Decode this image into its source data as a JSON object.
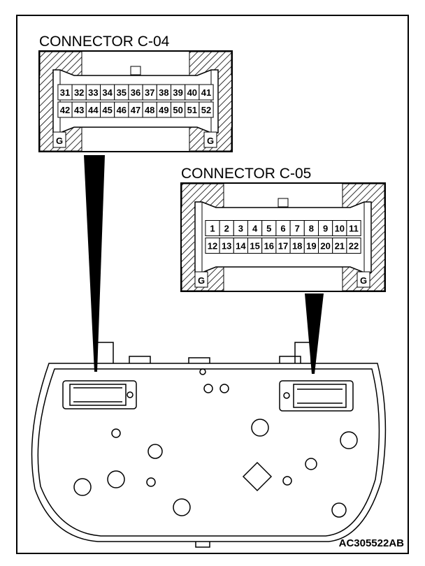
{
  "connectors": [
    {
      "title": "CONNECTOR C-04",
      "row1": [
        "31",
        "32",
        "33",
        "34",
        "35",
        "36",
        "37",
        "38",
        "39",
        "40",
        "41"
      ],
      "row2": [
        "42",
        "43",
        "44",
        "45",
        "46",
        "47",
        "48",
        "49",
        "50",
        "51",
        "52"
      ],
      "ground": [
        "G",
        "G"
      ]
    },
    {
      "title": "CONNECTOR C-05",
      "row1": [
        "1",
        "2",
        "3",
        "4",
        "5",
        "6",
        "7",
        "8",
        "9",
        "10",
        "11"
      ],
      "row2": [
        "12",
        "13",
        "14",
        "15",
        "16",
        "17",
        "18",
        "19",
        "20",
        "21",
        "22"
      ],
      "ground": [
        "G",
        "G"
      ]
    }
  ],
  "figure_code": "AC305522AB"
}
